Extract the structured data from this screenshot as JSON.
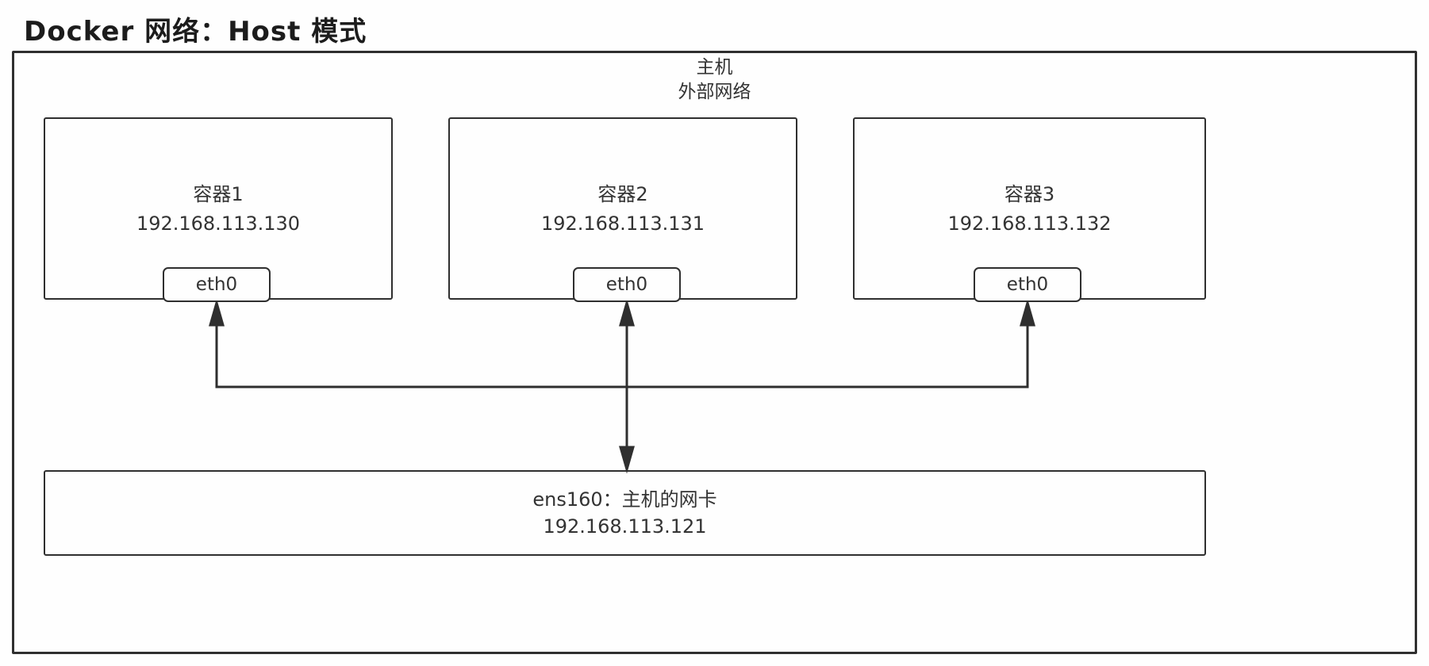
{
  "title": "Docker 网络：Host 模式",
  "host": {
    "title": "主机",
    "subtitle": "外部网络"
  },
  "containers": [
    {
      "name": "容器1",
      "ip": "192.168.113.130",
      "interface": "eth0"
    },
    {
      "name": "容器2",
      "ip": "192.168.113.131",
      "interface": "eth0"
    },
    {
      "name": "容器3",
      "ip": "192.168.113.132",
      "interface": "eth0"
    }
  ],
  "host_nic": {
    "label": "ens160：主机的网卡",
    "ip": "192.168.113.121"
  },
  "colors": {
    "line": "#2f2f2f",
    "text": "#333333",
    "background": "#fefefe"
  }
}
